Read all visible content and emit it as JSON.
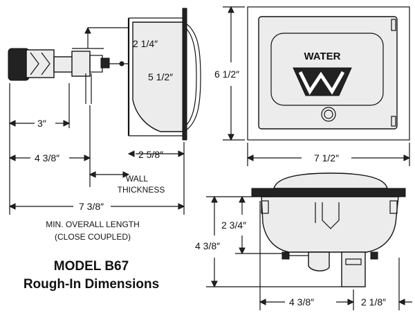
{
  "dimensions": {
    "side_depth_left": "3″",
    "side_total_left": "4 3/8″",
    "side_upper_offset": "2 1/4″",
    "side_box_height": "5 1/2″",
    "side_box_depth": "2 5/8″",
    "wall_thickness": [
      "WALL",
      "THICKNESS"
    ],
    "overall_length": "7 3/8″",
    "front_height": "6 1/2″",
    "front_width": "7 1/2″",
    "bottom_inner_height": "2 3/4″",
    "bottom_total_height": "4 3/8″",
    "bottom_width": "4 3/8″",
    "bottom_offset": "2 1/8″"
  },
  "notes": {
    "overall_length_note": [
      "MIN. OVERALL LENGTH",
      "(CLOSE COUPLED)"
    ]
  },
  "logo": {
    "text": "WATER"
  },
  "title": {
    "line1": "MODEL B67",
    "line2": "Rough-In Dimensions"
  }
}
